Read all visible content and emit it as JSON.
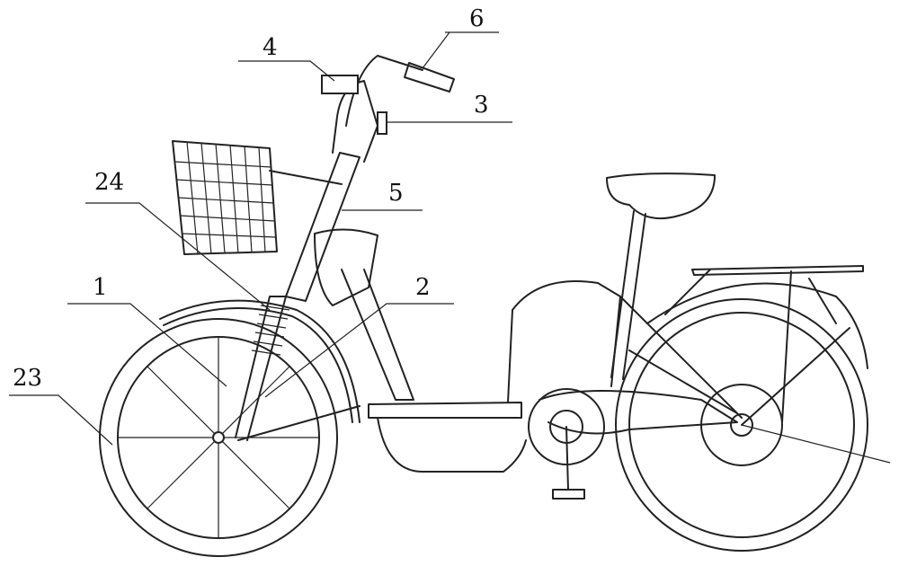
{
  "figure": {
    "labels": {
      "l6": "6",
      "l4": "4",
      "l3": "3",
      "l24": "24",
      "l5": "5",
      "l1": "1",
      "l2": "2",
      "l23": "23"
    }
  }
}
